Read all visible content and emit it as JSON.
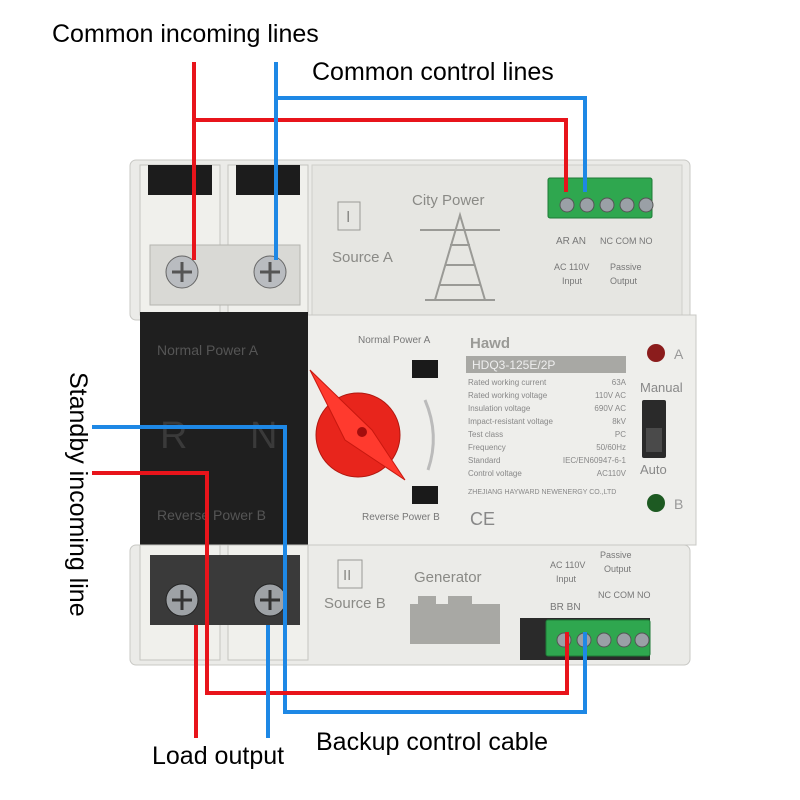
{
  "callouts": {
    "common_incoming": "Common incoming lines",
    "common_control": "Common control lines",
    "standby_incoming": "Standby incoming line",
    "load_output": "Load output",
    "backup_control": "Backup control cable"
  },
  "device": {
    "source_a_numeral": "I",
    "source_a": "Source A",
    "city_power": "City Power",
    "input_a_terms": "AR  AN",
    "input_a_voltage": "AC 110V",
    "input_a_label": "Input",
    "passive_a_terms": "NC  COM  NO",
    "passive_a_label": "Passive",
    "passive_a_label2": "Output",
    "normal_power_panel": "Normal Power A",
    "r_label": "R",
    "n_label": "N",
    "reverse_power_panel": "Reverse Power B",
    "normal_power_a": "Normal Power A",
    "reverse_power_b": "Reverse Power B",
    "brand": "Hawd",
    "model": "HDQ3-125E/2P",
    "indicator_a": "A",
    "indicator_b": "B",
    "manual": "Manual",
    "auto": "Auto",
    "ce": "CE",
    "specs": [
      {
        "k": "Rated working current",
        "v": "63A"
      },
      {
        "k": "Rated working voltage",
        "v": "110V AC"
      },
      {
        "k": "Insulation voltage",
        "v": "690V AC"
      },
      {
        "k": "Impact-resistant voltage",
        "v": "8kV"
      },
      {
        "k": "Test class",
        "v": "PC"
      },
      {
        "k": "Frequency",
        "v": "50/60Hz"
      },
      {
        "k": "Standard",
        "v": "IEC/EN60947-6-1"
      },
      {
        "k": "Control voltage",
        "v": "AC110V"
      }
    ],
    "manufacturer": "ZHEJIANG HAYWARD NEWENERGY CO.,LTD",
    "source_b_numeral": "II",
    "source_b": "Source B",
    "generator": "Generator",
    "input_b_voltage": "AC 110V",
    "input_b_label": "Input",
    "input_b_terms": "BR  BN",
    "passive_b_label": "Passive",
    "passive_b_label2": "Output",
    "passive_b_terms": "NC  COM  NO"
  },
  "colors": {
    "red_wire": "#e8141b",
    "blue_wire": "#1e88e5",
    "housing": "#ececea",
    "black_panel": "#1f1f1f",
    "knob": "#e8251c",
    "terminal_green": "#2fa74f",
    "led_red": "#8b1c1c",
    "led_green": "#1d5a22"
  }
}
